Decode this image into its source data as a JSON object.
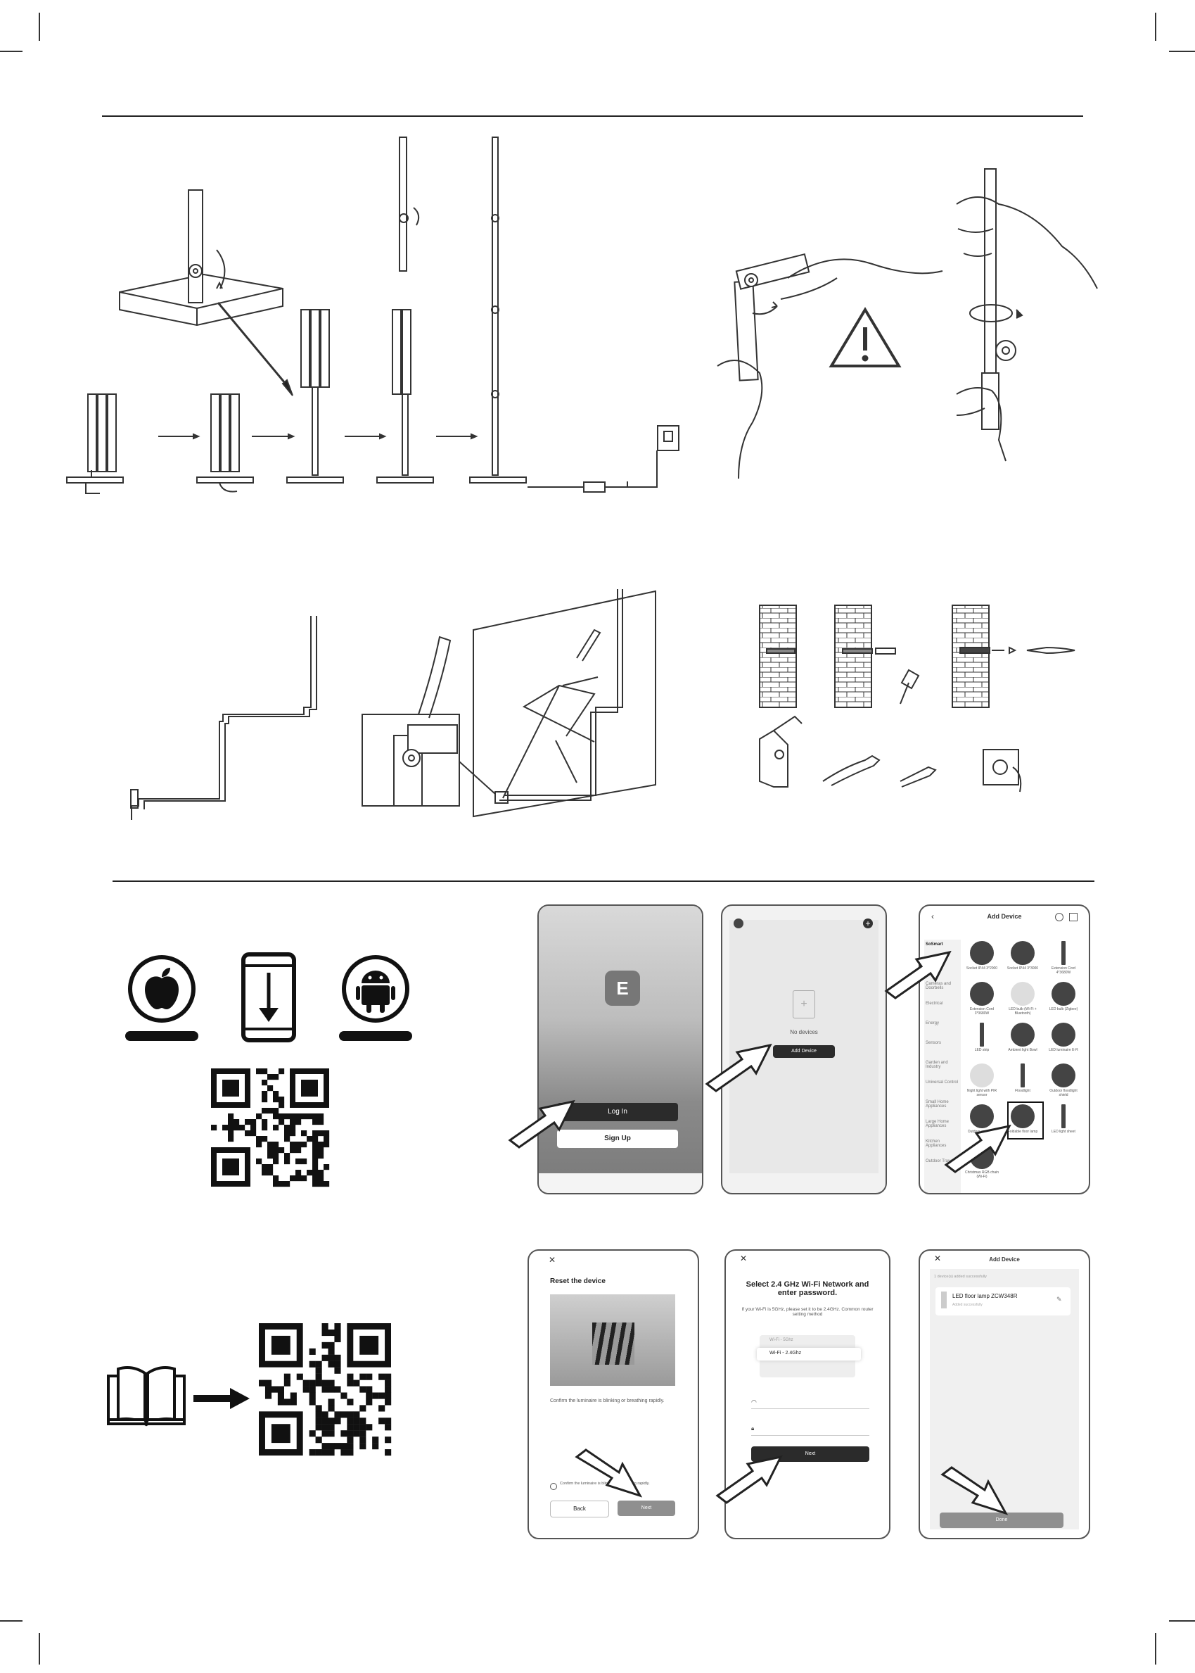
{
  "app_name": "E",
  "login_screen": {
    "login_label": "Log In",
    "signup_label": "Sign Up"
  },
  "home_screen": {
    "empty_text": "No devices",
    "add_device_label": "Add Device"
  },
  "add_device_screen": {
    "title": "Add Device",
    "categories": [
      "SoSmart",
      "Lighting",
      "Cameras and Doorbells",
      "Electrical",
      "Energy",
      "Sensors",
      "Garden and Industry",
      "Universal Control",
      "Small Home Appliances",
      "Large Home Appliances",
      "Kitchen Appliances",
      "Outdoor Travel"
    ],
    "items": [
      {
        "label": "Socket IP44 3*2000"
      },
      {
        "label": "Socket IP44 3*3000"
      },
      {
        "label": "Extension Cord 4*3680W"
      },
      {
        "label": "Extension Cord 3*3680W"
      },
      {
        "label": "LED bulb (Wi-Fi + Bluetooth)"
      },
      {
        "label": "LED bulb (Zigbee)"
      },
      {
        "label": "LED strip"
      },
      {
        "label": "Ambient light Bowl"
      },
      {
        "label": "LED luminaire E-R"
      },
      {
        "label": "Night light with PIR sensor"
      },
      {
        "label": "Floodlight"
      },
      {
        "label": "Outdoor floodlight shield"
      },
      {
        "label": "Outdoor spotlights"
      },
      {
        "label": "Foldable floor lamp"
      },
      {
        "label": "LED light sheet"
      },
      {
        "label": "Christmas RGB chain (Wi-Fi)"
      }
    ]
  },
  "reset_screen": {
    "title": "Reset the device",
    "body": "Confirm the luminaire is blinking or breathing rapidly.",
    "checkbox_label": "Confirm the luminaire is blinking or breathing rapidly.",
    "back_label": "Back",
    "next_label": "Next"
  },
  "wifi_screen": {
    "title": "Select 2.4 GHz Wi-Fi Network and enter password.",
    "subtitle": "If your Wi-Fi is 5GHz, please set it to be 2.4GHz. Common router setting method",
    "options": [
      "Wi-Fi - 5Ghz",
      "Wi-Fi - 2.4Ghz"
    ],
    "next_label": "Next"
  },
  "done_screen": {
    "title": "Add Device",
    "status_text": "1 device(s) added successfully",
    "device_name": "LED floor lamp ZCW348R",
    "device_status": "Added successfully",
    "done_label": "Done"
  }
}
